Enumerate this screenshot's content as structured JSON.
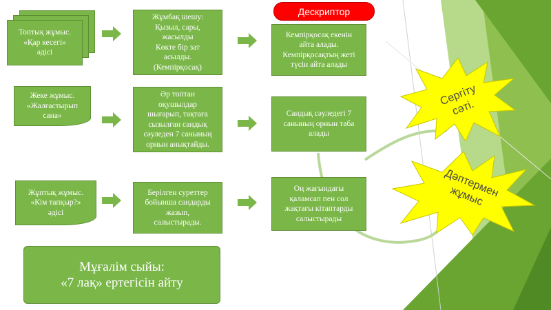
{
  "descriptor_label": "Дескриптор",
  "rows": [
    {
      "method": [
        "Топтық жұмыс.",
        "«Қар кесегі»",
        "әдісі"
      ],
      "task": [
        "Жұмбақ шешу:",
        "Қызыл, сары,",
        "жасылды",
        "Көкте бір зат",
        "асылды.",
        "(Кемпірқосақ)"
      ],
      "outcome": [
        "Кемпірқосақ екенін",
        "айта алады.",
        "Кемпірқосақтың жеті",
        "түсін айта алады"
      ]
    },
    {
      "method": [
        "Жеке жұмыс.",
        "«Жалғастырып",
        "сана»"
      ],
      "task": [
        "Әр топтан",
        "оқушылдар",
        "шығарып, тақтаға",
        "сызылған сандық",
        "сәуледен 7 санының",
        "орнын анықтайды."
      ],
      "outcome": [
        "Сандық сәуледегі 7",
        "санының орнын таба",
        "алады"
      ]
    },
    {
      "method": [
        "Жұптық жұмыс.",
        "«Кім тапқыр?»",
        "әдісі"
      ],
      "task": [
        "Берілген суреттер",
        "бойынша сандарды",
        "жазып,",
        "салыстырады."
      ],
      "outcome": [
        "Оң жағындағы",
        "қаламсап пен сол",
        "жақтағы кітаптарды",
        "салыстырады"
      ]
    }
  ],
  "teacher_gift": [
    "Мұғалім сыйы:",
    "«7 лақ» ертегісін айту"
  ],
  "burst_1": [
    "Сергіту",
    "сәті."
  ],
  "burst_2": [
    "Дәптермен",
    "жұмыс"
  ],
  "colors": {
    "box_green": "#7ab648",
    "burst_yellow": "#ffff00",
    "descriptor_red": "#ff0000"
  }
}
